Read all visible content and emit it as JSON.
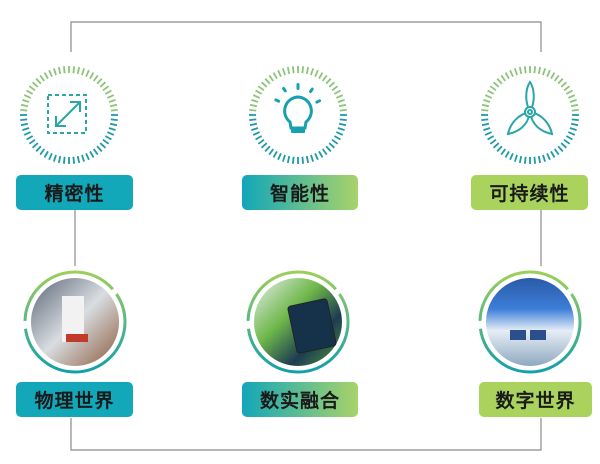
{
  "top_row": [
    {
      "label": "精密性",
      "icon": "resize-arrow-icon"
    },
    {
      "label": "智能性",
      "icon": "lightbulb-icon"
    },
    {
      "label": "可持续性",
      "icon": "wind-turbine-icon"
    }
  ],
  "bottom_row": [
    {
      "label": "物理世界",
      "image": "factory-machinery-photo"
    },
    {
      "label": "数实融合",
      "image": "tablet-digital-twin-photo"
    },
    {
      "label": "数字世界",
      "image": "digital-exhibition-photo"
    }
  ],
  "colors": {
    "teal": "#12a7b9",
    "green": "#a9d35d",
    "line": "#8a8a8a"
  }
}
